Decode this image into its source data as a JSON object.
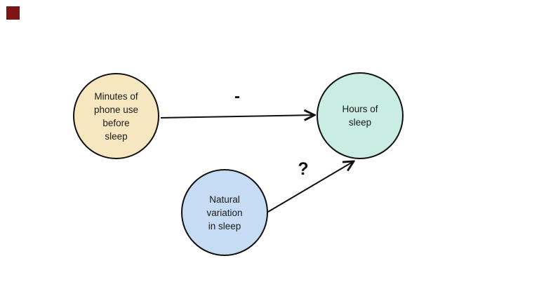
{
  "canvas": {
    "background": "#FFFFFF"
  },
  "corner_marker": {
    "color": "#7D1416"
  },
  "diagram": {
    "arrow_color": "#111111",
    "nodes": [
      {
        "id": "phone-use",
        "lines": [
          "Minutes of",
          "phone use",
          "before",
          "sleep"
        ],
        "fill": "#F6E7C0"
      },
      {
        "id": "hours-of-sleep",
        "lines": [
          "Hours of",
          "sleep"
        ],
        "fill": "#C9EDE2"
      },
      {
        "id": "natural-variation",
        "lines": [
          "Natural",
          "variation",
          "in sleep"
        ],
        "fill": "#C6DCF4"
      }
    ],
    "edges": [
      {
        "from": "phone-use",
        "to": "hours-of-sleep",
        "label": "-"
      },
      {
        "from": "natural-variation",
        "to": "hours-of-sleep",
        "label": "?"
      }
    ]
  }
}
